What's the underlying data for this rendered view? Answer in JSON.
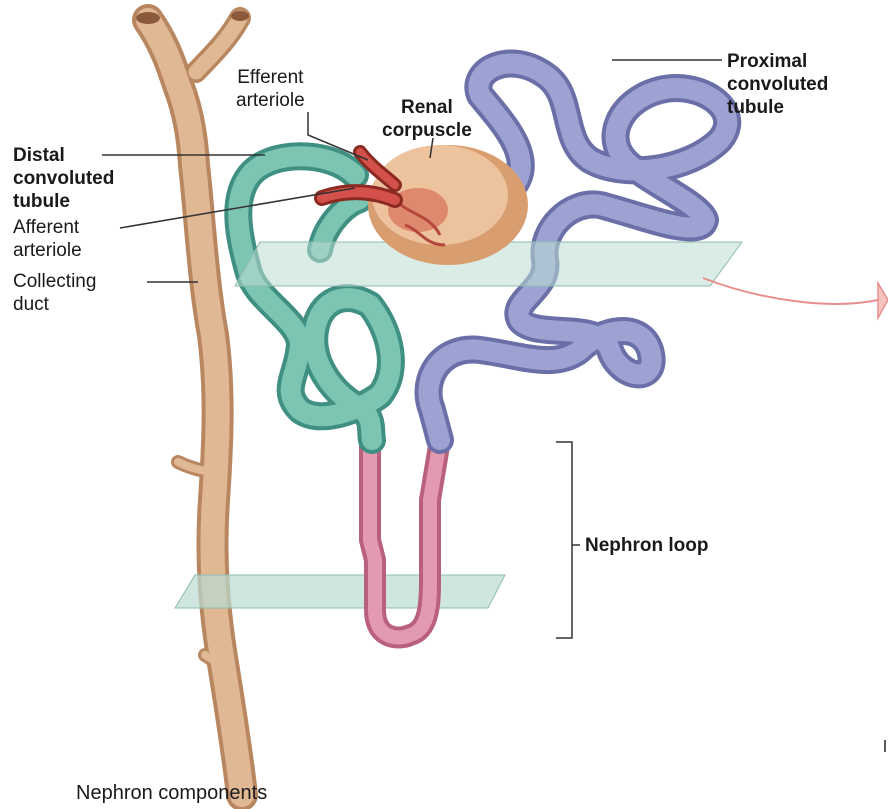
{
  "title": "Nephron components",
  "labels": {
    "efferent_arteriole": [
      "Efferent",
      "arteriole"
    ],
    "renal_corpuscle": [
      "Renal",
      "corpuscle"
    ],
    "proximal_convoluted_tubule": [
      "Proximal",
      "convoluted",
      "tubule"
    ],
    "distal_convoluted_tubule": [
      "Distal",
      "convoluted",
      "tubule"
    ],
    "afferent_arteriole": [
      "Afferent",
      "arteriole"
    ],
    "collecting_duct": [
      "Collecting",
      "duct"
    ],
    "nephron_loop": "Nephron loop"
  },
  "colors": {
    "collecting_duct": "#d9ae8a",
    "distal_tubule": "#6fb5a3",
    "proximal_tubule": "#8a8fc0",
    "nephron_loop": "#d9869f",
    "arterioles": "#c8463a",
    "corpuscle": "#e8b890",
    "section_plane": "#b9dcd2"
  }
}
